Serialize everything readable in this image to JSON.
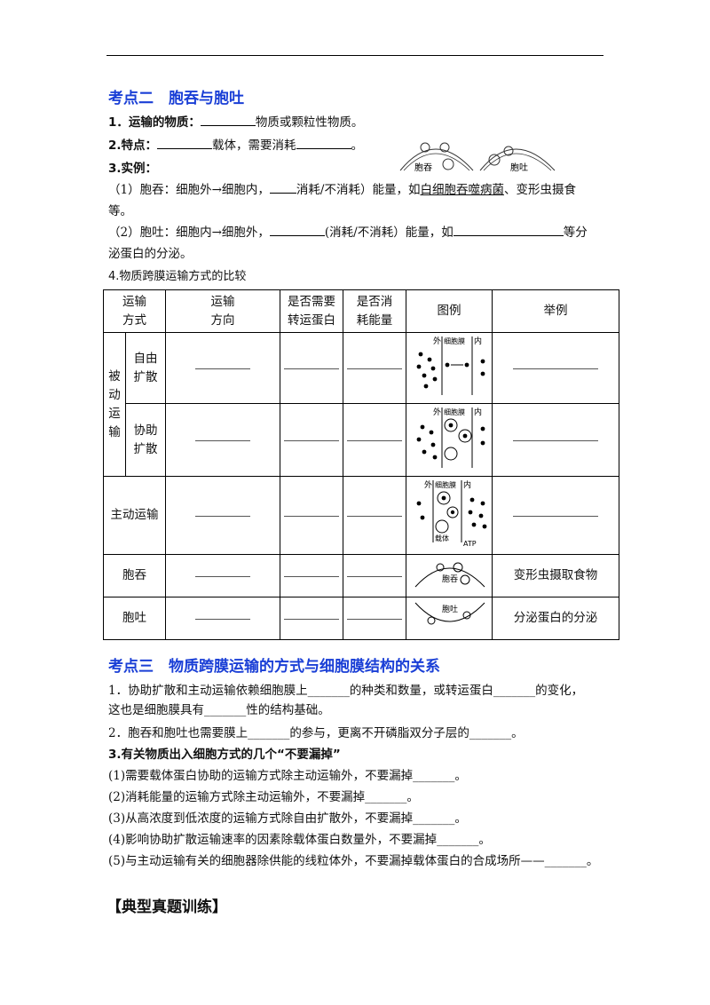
{
  "s2": {
    "title": "考点二　胞吞与胞吐",
    "l1a": "1．运输的物质：",
    "l1b": "物质或颗粒性物质。",
    "l2a": "2.特点：",
    "l2b": "载体，需要消耗",
    "l2c": "。",
    "l3": "3.实例：",
    "l4a": "（1）胞吞：细胞外→细胞内，",
    "l4b": "消耗/不消耗）能量，如",
    "l4c": "白细胞吞噬病菌",
    "l4d": "、变形虫摄食",
    "l5": "等。",
    "l6a": "（2）胞吐：细胞内→细胞外，",
    "l6b": "(消耗/不消耗）能量，如",
    "l6c": "等分",
    "l7": "泌蛋白的分泌。",
    "l8": "4.物质跨膜运输方式的比较",
    "fig_labels": [
      "胞吞",
      "胞吐"
    ]
  },
  "table": {
    "headers": [
      "运输",
      "方式",
      "运输",
      "方向",
      "是否需要",
      "转运蛋白",
      "是否消",
      "耗能量",
      "图例",
      "举例"
    ],
    "passive": [
      "被",
      "动",
      "运",
      "输"
    ],
    "free": [
      "自由",
      "扩散"
    ],
    "facilitated": [
      "协助",
      "扩散"
    ],
    "active": "主动运输",
    "endocytosis": "胞吞",
    "exocytosis": "胞吐",
    "endo_example": "变形虫摄取食物",
    "exo_example": "分泌蛋白的分泌",
    "fig": {
      "out": "外",
      "membrane": "细胞膜",
      "in": "内",
      "carrier": "载体",
      "atp": "ATP",
      "endo": "胞吞",
      "exo": "胞吐"
    }
  },
  "s3": {
    "title": "考点三　物质跨膜运输的方式与细胞膜结构的关系",
    "p1": "1．协助扩散和主动运输依赖细胞膜上_______的种类和数量，或转运蛋白_______的变化，",
    "p1b": "这也是细胞膜具有_______性的结构基础。",
    "p2": "2．胞吞和胞吐也需要膜上_______的参与，更离不开磷脂双分子层的_______。",
    "p3": "3.有关物质出入细胞方式的几个“不要漏掉”",
    "i1": "(1)需要载体蛋白协助的运输方式除主动运输外，不要漏掉_______。",
    "i2": "(2)消耗能量的运输方式除主动运输外，不要漏掉_______。",
    "i3": "(3)从高浓度到低浓度的运输方式除自由扩散外，不要漏掉_______。",
    "i4": "(4)影响协助扩散运输速率的因素除载体蛋白数量外，不要漏掉_______。",
    "i5": "(5)与主动运输有关的细胞器除供能的线粒体外，不要漏掉载体蛋白的合成场所——_______。"
  },
  "footer": "【典型真题训练】"
}
